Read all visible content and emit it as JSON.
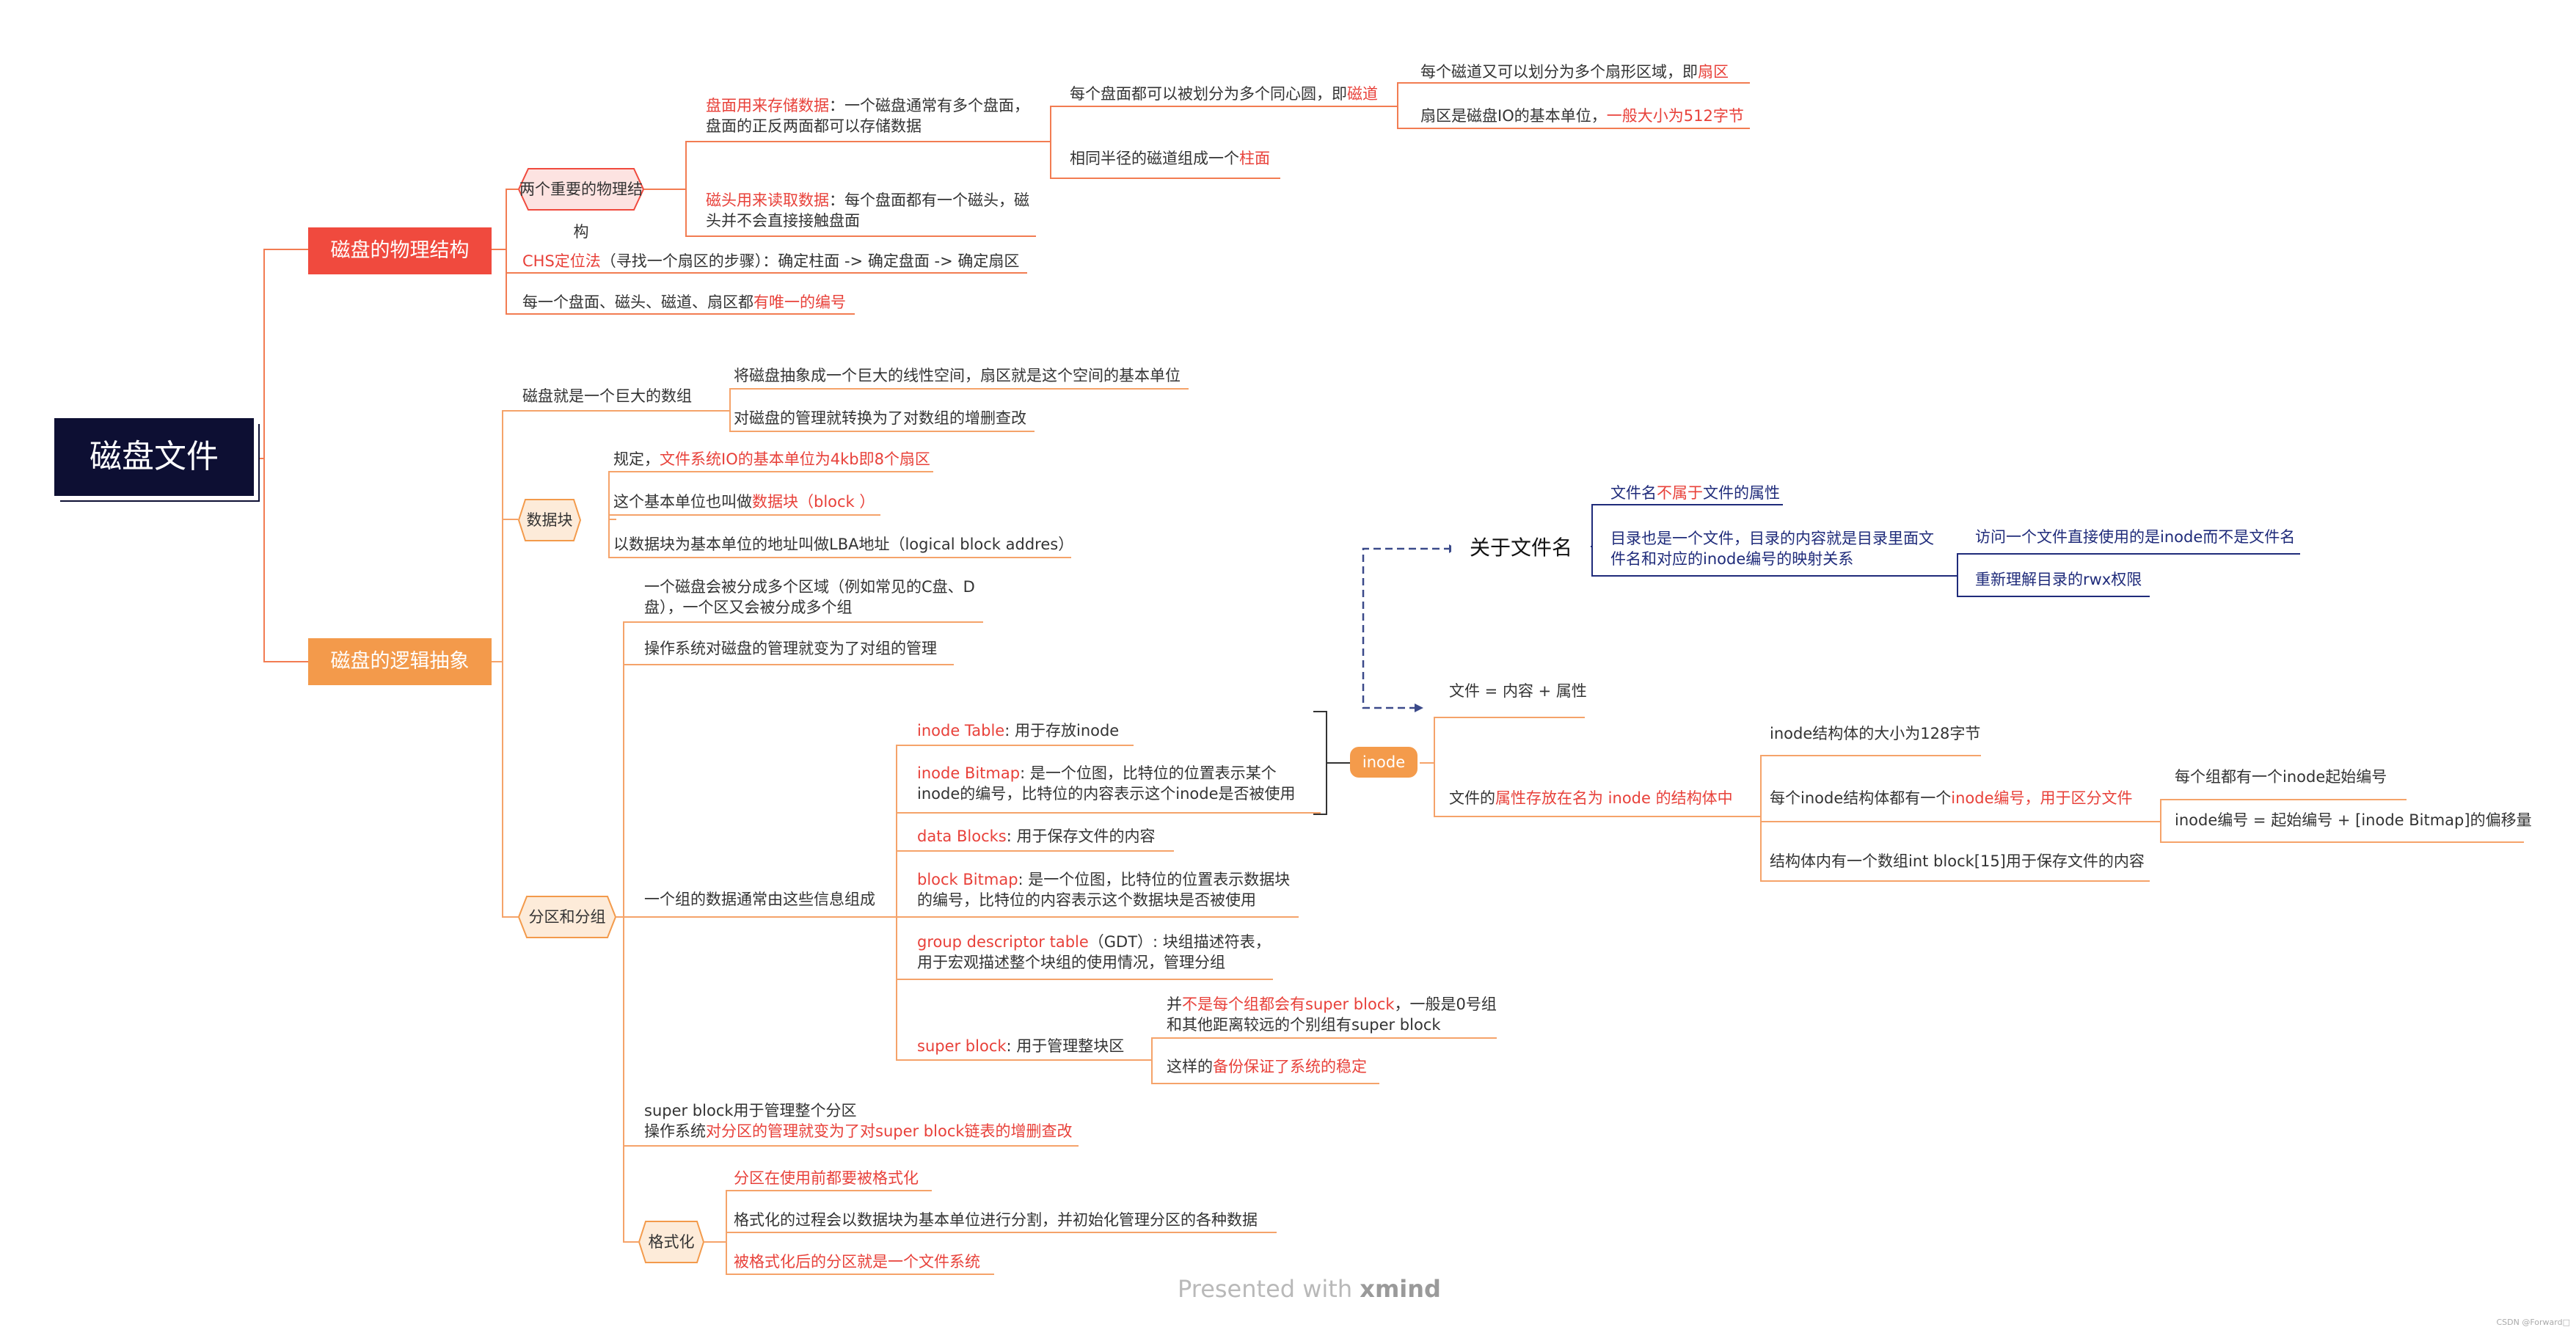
{
  "root": {
    "label": "磁盘文件"
  },
  "physical": {
    "label": "磁盘的物理结构",
    "two_structures": "两个重要的物理结构",
    "platter_a": "盘面用来存储数据",
    "platter_b": "：一个磁盘通常有多个盘面，",
    "platter_c": "盘面的正反两面都可以存储数据",
    "head_a": "磁头用来读取数据",
    "head_b": "：每个盘面都有一个磁头，磁",
    "head_c": "头并不会直接接触盘面",
    "track_a": "每个盘面都可以被划分为多个同心圆，即",
    "track_b": "磁道",
    "sector_a": "每个磁道又可以划分为多个扇形区域，即",
    "sector_b": "扇区",
    "sector_unit_a": "扇区是磁盘IO的基本单位，",
    "sector_unit_b": "一般大小为512字节",
    "cylinder_a": "相同半径的磁道组成一个",
    "cylinder_b": "柱面",
    "chs_a": "CHS定位法",
    "chs_b": "（寻找一个扇区的步骤）：确定柱面 -> 确定盘面 -> 确定扇区",
    "numbering_a": "每一个盘面、磁头、磁道、扇区都",
    "numbering_b": "有唯一的编号"
  },
  "logical": {
    "label": "磁盘的逻辑抽象",
    "array": "磁盘就是一个巨大的数组",
    "array_1": "将磁盘抽象成一个巨大的线性空间，扇区就是这个空间的基本单位",
    "array_2": "对磁盘的管理就转换为了对数组的增删查改",
    "block": "数据块",
    "block_1a": "规定，",
    "block_1b": "文件系统IO的基本单位为4kb即8个扇区",
    "block_2a": "这个基本单位也叫做",
    "block_2b": "数据块（block ）",
    "block_3": "以数据块为基本单位的地址叫做LBA地址（logical block addres）",
    "partition": "分区和分组",
    "part_1a": "一个磁盘会被分成多个区域（例如常见的C盘、D",
    "part_1b": "盘），一个区又会被分成多个组",
    "part_2": "操作系统对磁盘的管理就变为了对组的管理",
    "group_composed": "一个组的数据通常由这些信息组成",
    "it_a": "inode Table",
    "it_b": ": 用于存放inode",
    "ib_a": "inode Bitmap",
    "ib_b": ": 是一个位图，比特位的位置表示某个",
    "ib_c": "inode的编号，比特位的内容表示这个inode是否被使用",
    "db_a": "data Blocks",
    "db_b": ": 用于保存文件的内容",
    "bb_a": "block Bitmap",
    "bb_b": ": 是一个位图，比特位的位置表示数据块",
    "bb_c": "的编号，比特位的内容表示这个数据块是否被使用",
    "gdt_a": "group descriptor table",
    "gdt_b": "（GDT）: 块组描述符表，",
    "gdt_c": "用于宏观描述整个块组的使用情况，管理分组",
    "sb_a": "super block",
    "sb_b": ": 用于管理整块区",
    "sb_1a": "并",
    "sb_1b": "不是每个组都会有super block",
    "sb_1c": "，一般是0号组",
    "sb_1d": "和其他距离较远的个别组有super block",
    "sb_2a": "这样的",
    "sb_2b": "备份保证了系统的稳定",
    "sbm_a": "super block用于管理整个分区",
    "sbm_b": "操作系统",
    "sbm_c": "对分区的管理就变为了对super block链表的增删查改",
    "format": "格式化",
    "fmt_1": "分区在使用前都要被格式化",
    "fmt_2": "格式化的过程会以数据块为基本单位进行分割，并初始化管理分区的各种数据",
    "fmt_3": "被格式化后的分区就是一个文件系统"
  },
  "inode": {
    "label": "inode",
    "file_eq": "文件 = 内容 + 属性",
    "attr_a": "文件的",
    "attr_b": "属性存放在名为 inode 的结构体中",
    "size": "inode结构体的大小为128字节",
    "num_a": "每个inode结构体都有一个",
    "num_b": "inode编号，用于区分文件",
    "start": "每个组都有一个inode起始编号",
    "formula": "inode编号 = 起始编号 + [inode Bitmap]的偏移量",
    "blocks": "结构体内有一个数组int block[15]用于保存文件的内容"
  },
  "filename": {
    "label": "关于文件名",
    "not_a": "文件名",
    "not_b": "不属于",
    "not_c": "文件的属性",
    "dir_a": "目录也是一个文件，目录的内容就是目录里面文",
    "dir_b": "件名和对应的inode编号的映射关系",
    "access": "访问一个文件直接使用的是inode而不是文件名",
    "rwx": "重新理解目录的rwx权限"
  },
  "footer": {
    "a": "Presented with ",
    "b": "xmind",
    "credit": "CSDN @Forward□"
  },
  "colors": {
    "root": "#0d0f33",
    "physical": "#f04a3e",
    "logical": "#f39a4b",
    "accent_red": "#e8413a",
    "navy": "#1f2b7a"
  }
}
